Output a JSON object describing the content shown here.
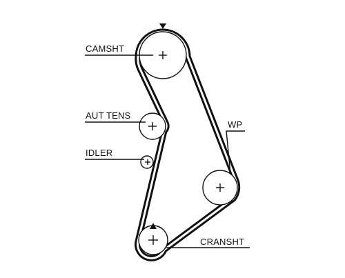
{
  "labels": {
    "camshaft": "CAMSHT",
    "auto_tensioner": "AUT TENS",
    "idler": "IDLER",
    "water_pump": "WP",
    "crankshaft": "CRANSHT"
  },
  "colors": {
    "ink": "#111111",
    "background": "#ffffff"
  }
}
